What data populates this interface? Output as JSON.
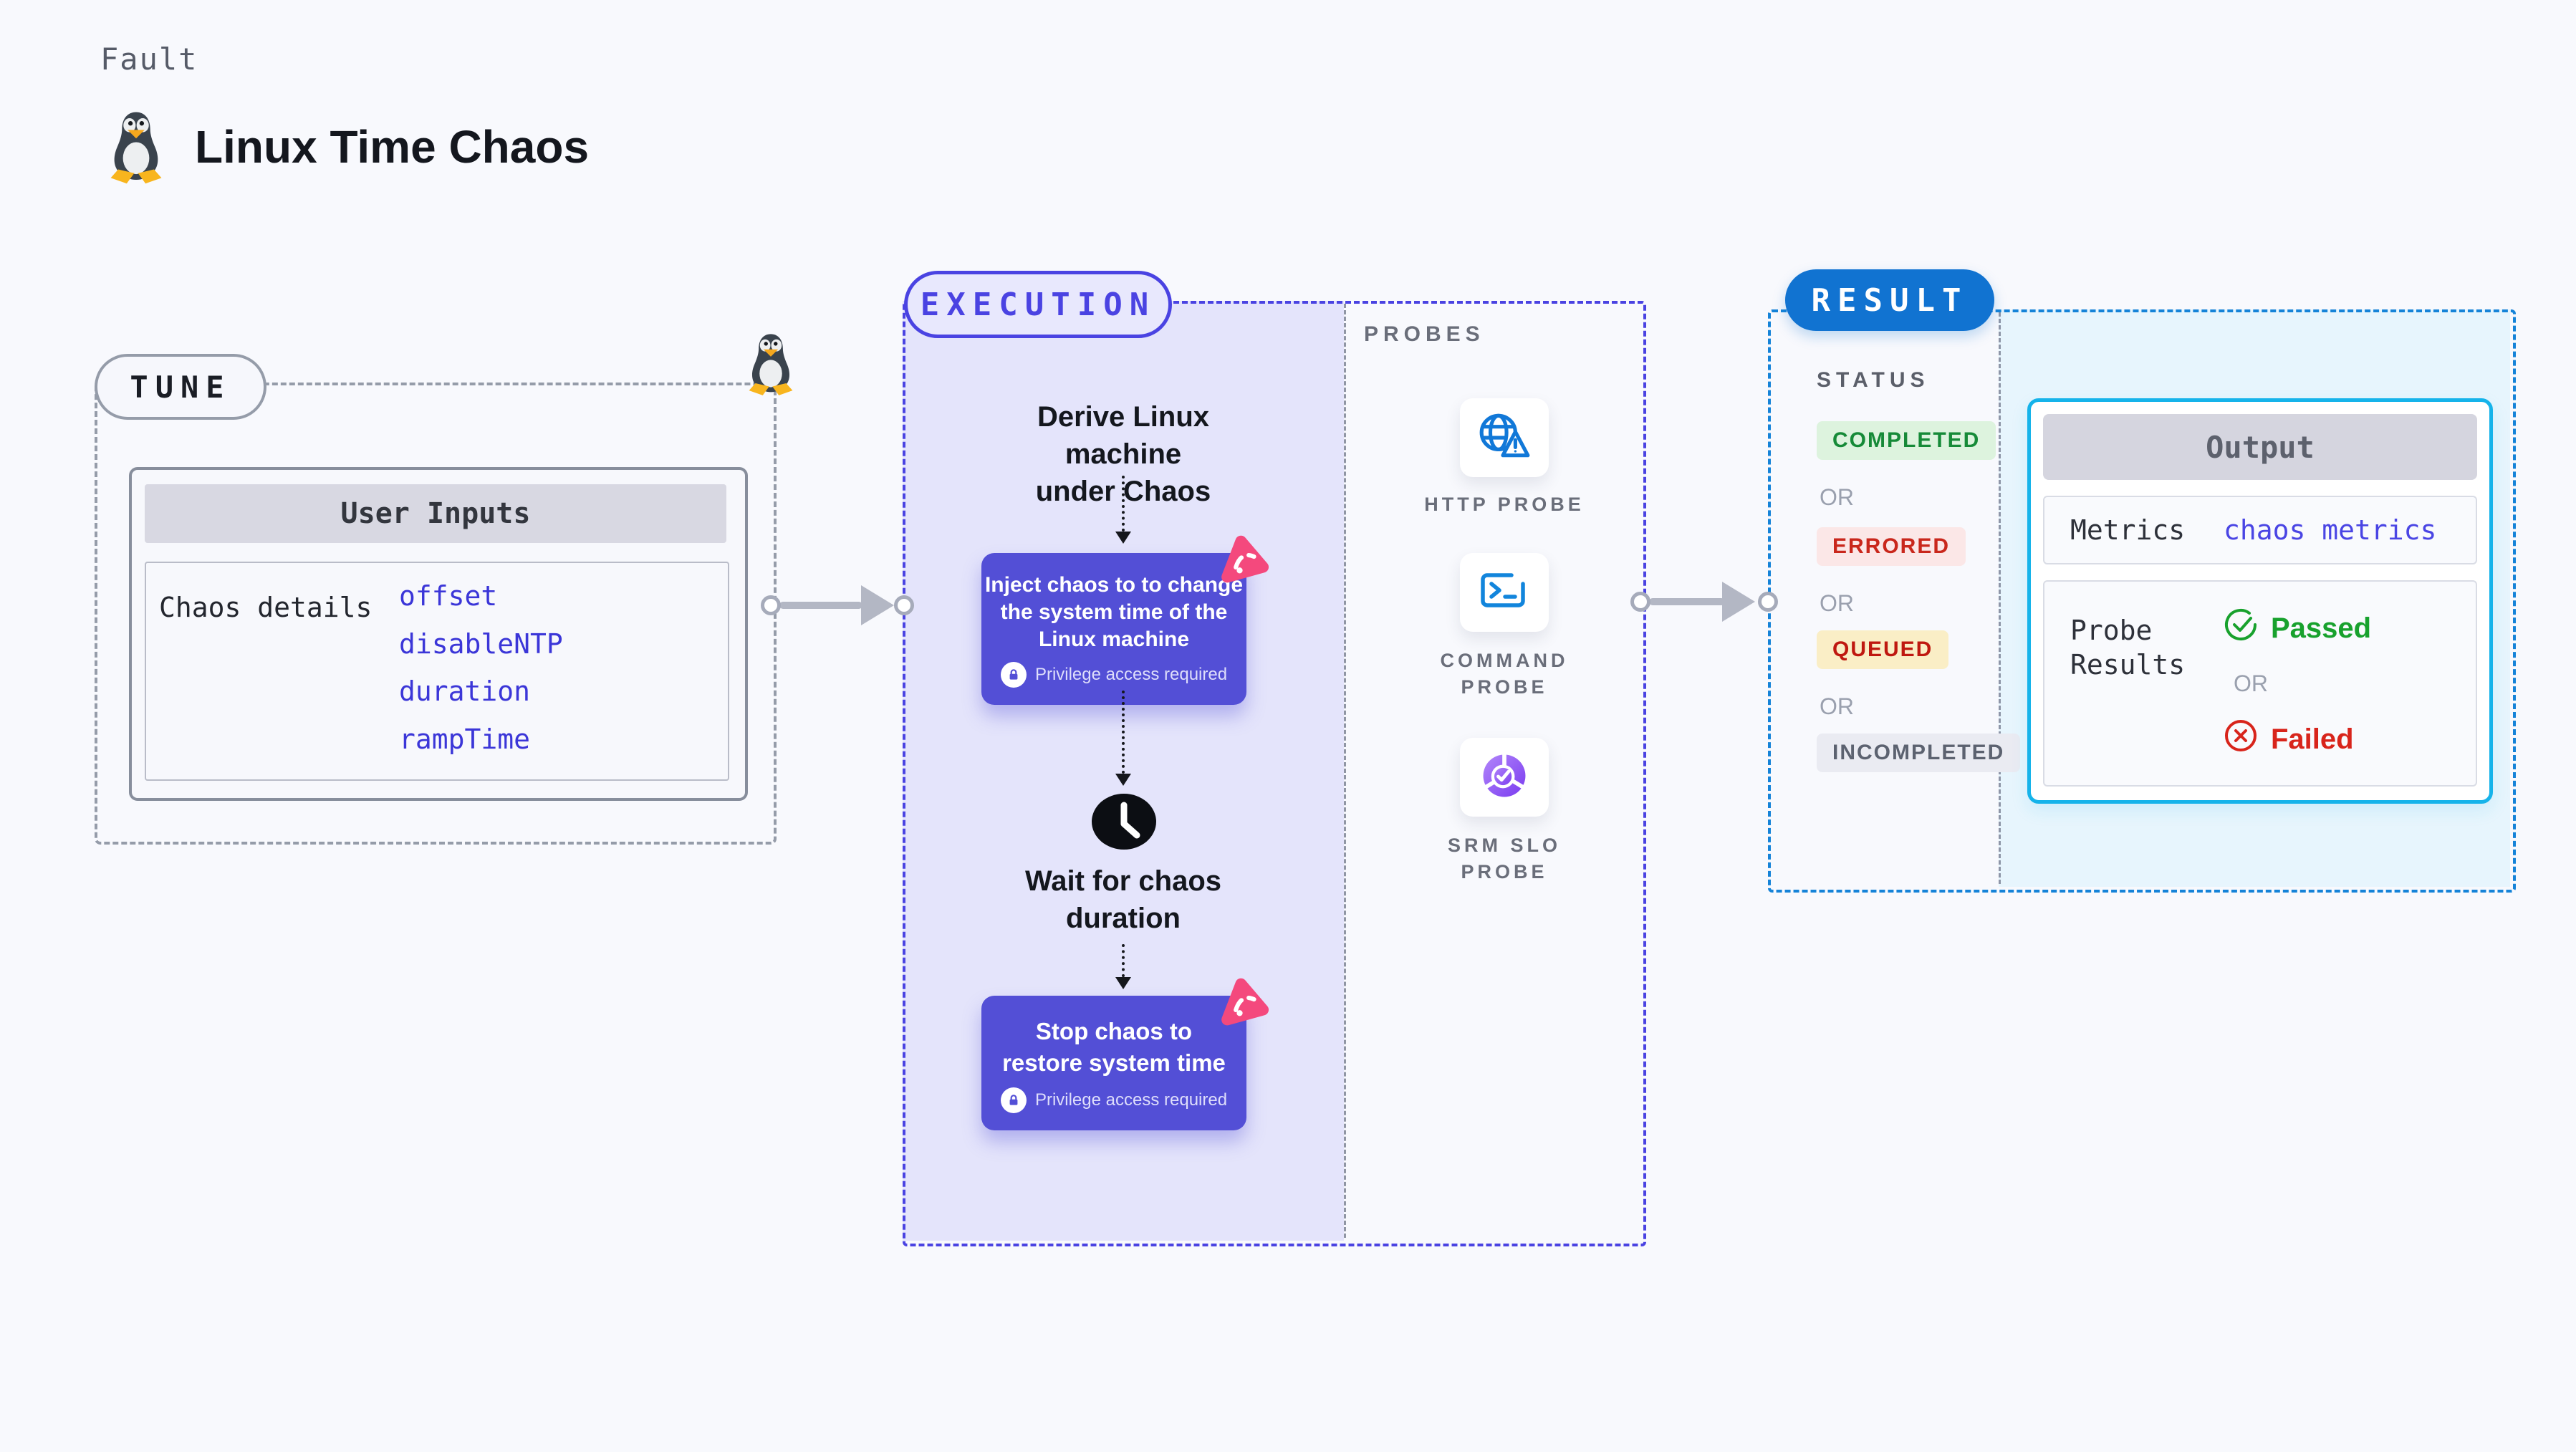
{
  "header": {
    "kicker": "Fault",
    "title": "Linux Time Chaos",
    "icon": "tux-penguin-icon"
  },
  "tune": {
    "badge": "TUNE",
    "user_inputs": {
      "title": "User Inputs",
      "row_label": "Chaos details",
      "params": [
        "offset",
        "disableNTP",
        "duration",
        "rampTime"
      ]
    }
  },
  "execution": {
    "badge": "EXECUTION",
    "derive_step": {
      "lines": [
        "Derive Linux machine",
        "under Chaos"
      ]
    },
    "inject_step": {
      "lines": [
        "Inject chaos to to change",
        "the system time of the",
        "Linux machine"
      ],
      "note": "Privilege access required"
    },
    "wait_step": {
      "lines": [
        "Wait for chaos",
        "duration"
      ],
      "icon": "clock-icon"
    },
    "stop_step": {
      "lines": [
        "Stop chaos to",
        "restore system time"
      ],
      "note": "Privilege access required"
    }
  },
  "probes": {
    "label": "PROBES",
    "items": [
      {
        "icon": "globe-warning-icon",
        "lines": [
          "HTTP PROBE",
          ""
        ]
      },
      {
        "icon": "terminal-icon",
        "lines": [
          "COMMAND",
          "PROBE"
        ]
      },
      {
        "icon": "slo-donut-icon",
        "lines": [
          "SRM SLO",
          "PROBE"
        ]
      }
    ]
  },
  "result": {
    "badge": "RESULT",
    "status_label": "STATUS",
    "or_label": "OR",
    "statuses": [
      {
        "label": "COMPLETED",
        "fg": "#168a38",
        "bg": "#ddf3de"
      },
      {
        "label": "ERRORED",
        "fg": "#c9271c",
        "bg": "#fbe7e7"
      },
      {
        "label": "QUEUED",
        "fg": "#bf1810",
        "bg": "#faeec6"
      },
      {
        "label": "INCOMPLETED",
        "fg": "#5c6270",
        "bg": "#eaebf2"
      }
    ],
    "output": {
      "title": "Output",
      "metrics_label": "Metrics",
      "metrics_value": "chaos metrics",
      "probe_results_lines": [
        "Probe",
        "Results"
      ],
      "passed_label": "Passed",
      "or_label": "OR",
      "failed_label": "Failed"
    }
  },
  "colors": {
    "accent_indigo": "#4a43e2",
    "node_purple": "#534fd6",
    "chaos_pink": "#f4497d",
    "result_blue": "#1173d1",
    "output_border_cyan": "#15b3ea",
    "link_blue": "#3b36d8",
    "passed_green": "#18a12d",
    "failed_red": "#d8241b",
    "queued_yellow_bg": "#faeec6"
  }
}
